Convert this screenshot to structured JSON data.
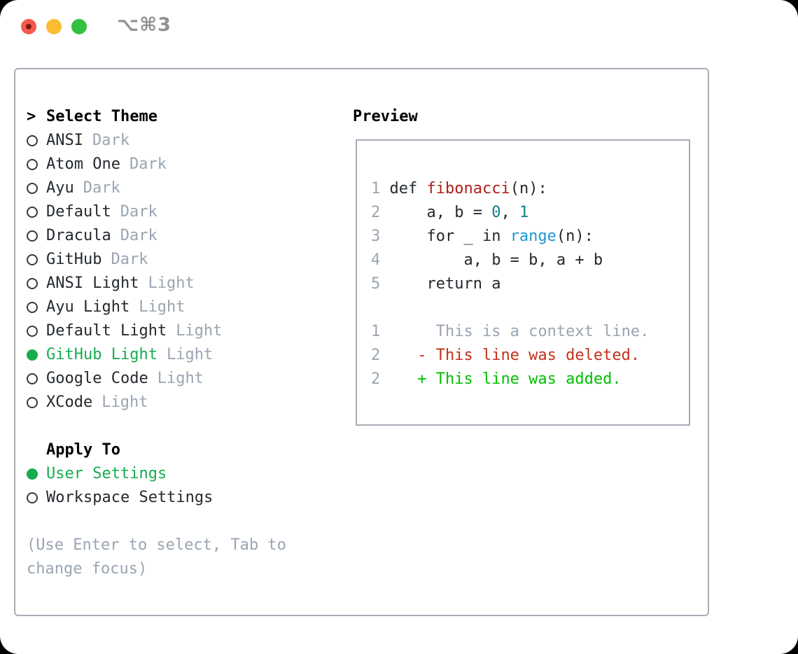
{
  "window": {
    "title": "⌥⌘3"
  },
  "colors": {
    "accent_green": "#16ad4e",
    "diff_green": "#00bf00",
    "diff_red": "#c5301b",
    "syntax_red": "#ae2015",
    "syntax_teal": "#0f7f85",
    "syntax_blue": "#1f96d2",
    "text_dark": "#24292e",
    "text_gray": "#9aa5b1",
    "line_number": "#9aa5b1",
    "border": "#a6adb7",
    "ring": "#343b43",
    "titlebar_text": "#8f9094",
    "traffic_red": "#f6594e",
    "traffic_red_dot": "#7d1713",
    "traffic_yellow": "#fabd2f",
    "traffic_green": "#33c13f"
  },
  "theme_picker": {
    "prompt": ">",
    "header": "Select Theme",
    "options": [
      {
        "name": "ANSI",
        "variant": "Dark",
        "selected": false
      },
      {
        "name": "Atom One",
        "variant": "Dark",
        "selected": false
      },
      {
        "name": "Ayu",
        "variant": "Dark",
        "selected": false
      },
      {
        "name": "Default",
        "variant": "Dark",
        "selected": false
      },
      {
        "name": "Dracula",
        "variant": "Dark",
        "selected": false
      },
      {
        "name": "GitHub",
        "variant": "Dark",
        "selected": false
      },
      {
        "name": "ANSI Light",
        "variant": "Light",
        "selected": false
      },
      {
        "name": "Ayu Light",
        "variant": "Light",
        "selected": false
      },
      {
        "name": "Default Light",
        "variant": "Light",
        "selected": false
      },
      {
        "name": "GitHub Light",
        "variant": "Light",
        "selected": true
      },
      {
        "name": "Google Code",
        "variant": "Light",
        "selected": false
      },
      {
        "name": "XCode",
        "variant": "Light",
        "selected": false
      }
    ]
  },
  "apply_to": {
    "header": "Apply To",
    "options": [
      {
        "name": "User Settings",
        "selected": true
      },
      {
        "name": "Workspace Settings",
        "selected": false
      }
    ]
  },
  "hint_lines": [
    "(Use Enter to select, Tab to",
    "change focus)"
  ],
  "preview": {
    "header": "Preview",
    "code_lines": [
      {
        "segments": [
          {
            "text": "1",
            "cls": "ln"
          },
          {
            "text": " def ",
            "cls": "txt"
          },
          {
            "text": "fibonacci",
            "cls": "fn"
          },
          {
            "text": "(n):",
            "cls": "txt"
          }
        ]
      },
      {
        "segments": [
          {
            "text": "2",
            "cls": "ln"
          },
          {
            "text": "     a, b = ",
            "cls": "txt"
          },
          {
            "text": "0",
            "cls": "num"
          },
          {
            "text": ", ",
            "cls": "txt"
          },
          {
            "text": "1",
            "cls": "num"
          }
        ]
      },
      {
        "segments": [
          {
            "text": "3",
            "cls": "ln"
          },
          {
            "text": "     for _ in ",
            "cls": "txt"
          },
          {
            "text": "range",
            "cls": "blue"
          },
          {
            "text": "(n):",
            "cls": "txt"
          }
        ]
      },
      {
        "segments": [
          {
            "text": "4",
            "cls": "ln"
          },
          {
            "text": "         a, b = b, a + b",
            "cls": "txt"
          }
        ]
      },
      {
        "segments": [
          {
            "text": "5",
            "cls": "ln"
          },
          {
            "text": "     return a",
            "cls": "txt"
          }
        ]
      },
      {
        "segments": []
      },
      {
        "segments": [
          {
            "text": "1",
            "cls": "ln"
          },
          {
            "text": "      This is a context line.",
            "cls": "ctx"
          }
        ]
      },
      {
        "segments": [
          {
            "text": "2",
            "cls": "ln"
          },
          {
            "text": "    ",
            "cls": "txt"
          },
          {
            "text": "- This line was deleted.",
            "cls": "del"
          }
        ]
      },
      {
        "segments": [
          {
            "text": "2",
            "cls": "ln"
          },
          {
            "text": "    ",
            "cls": "txt"
          },
          {
            "text": "+ This line was added.",
            "cls": "add"
          }
        ]
      }
    ]
  }
}
